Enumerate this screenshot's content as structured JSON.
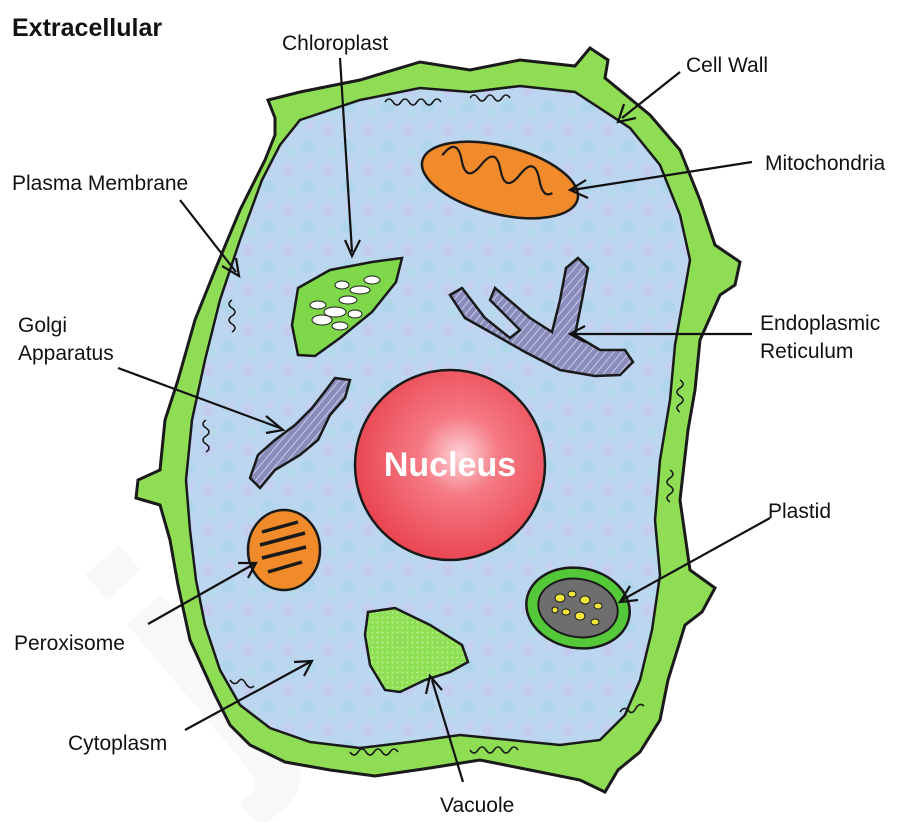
{
  "title": "Extracellular",
  "labels": {
    "chloroplast": "Chloroplast",
    "cell_wall": "Cell Wall",
    "plasma_membrane": "Plasma Membrane",
    "mitochondria": "Mitochondria",
    "golgi_line1": "Golgi",
    "golgi_line2": "Apparatus",
    "er_line1": "Endoplasmic",
    "er_line2": "Reticulum",
    "nucleus": "Nucleus",
    "plastid": "Plastid",
    "peroxisome": "Peroxisome",
    "cytoplasm": "Cytoplasm",
    "vacuole": "Vacuole"
  },
  "watermark": "jck",
  "colors": {
    "cell_wall": "#8fdd55",
    "cytoplasm": "#bcd6f0",
    "nucleus": "#ee4a55",
    "mitochondria": "#f08a2a",
    "chloroplast": "#7ed84a",
    "er_golgi": "#8a8cbc",
    "plastid_inner": "#6e6e6e",
    "plastid_dots": "#f2e83c"
  }
}
